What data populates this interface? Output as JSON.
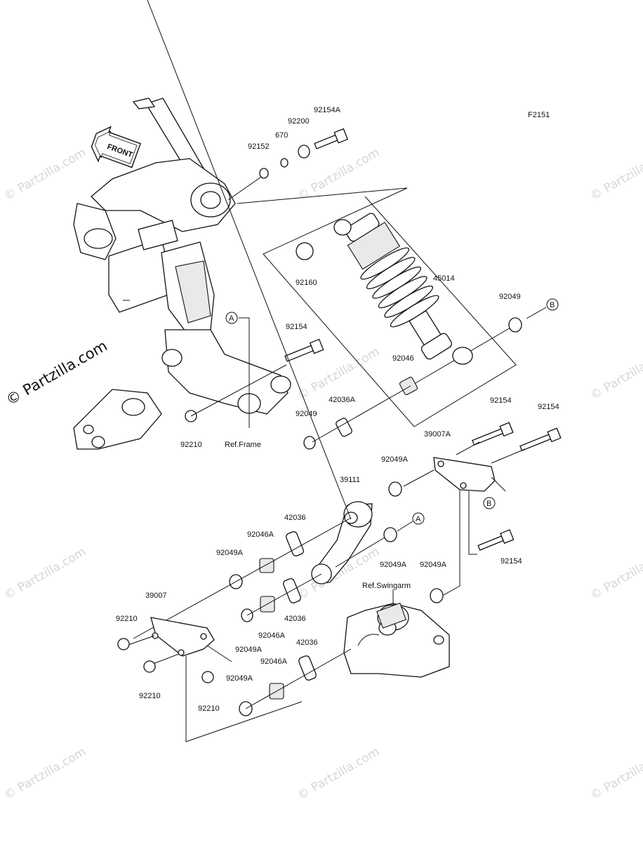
{
  "diagram_code": "F2151",
  "front_label": "FRONT",
  "watermark_small": "© Partzilla.com",
  "watermark_large": "© Partzilla.com",
  "ref_frame": "Ref.Frame",
  "ref_swingarm": "Ref.Swingarm",
  "callouts": {
    "a": "A",
    "b": "B"
  },
  "parts": {
    "p92154A": "92154A",
    "p92200": "92200",
    "p670": "670",
    "p92152": "92152",
    "p45014": "45014",
    "p92160": "92160",
    "p92049_top": "92049",
    "p92154_mid": "92154",
    "p92046": "92046",
    "p42036A": "42036A",
    "p92049_mid": "92049",
    "p92210_top": "92210",
    "p92154_r1": "92154",
    "p92154_r2": "92154",
    "p39007A": "39007A",
    "p92049A_top": "92049A",
    "p39111": "39111",
    "p42036_top": "42036",
    "p92046A_top": "92046A",
    "p92049A_left": "92049A",
    "p92049A_mid": "92049A",
    "p92049A_right": "92049A",
    "p92154_bot": "92154",
    "p39007": "39007",
    "p92210_l1": "92210",
    "p42036_mid": "42036",
    "p92046A_mid": "92046A",
    "p92049A_low": "92049A",
    "p92210_l2": "92210",
    "p92210_l3": "92210",
    "p42036_bot": "42036",
    "p92046A_bot": "92046A",
    "p92049A_bot": "92049A"
  }
}
